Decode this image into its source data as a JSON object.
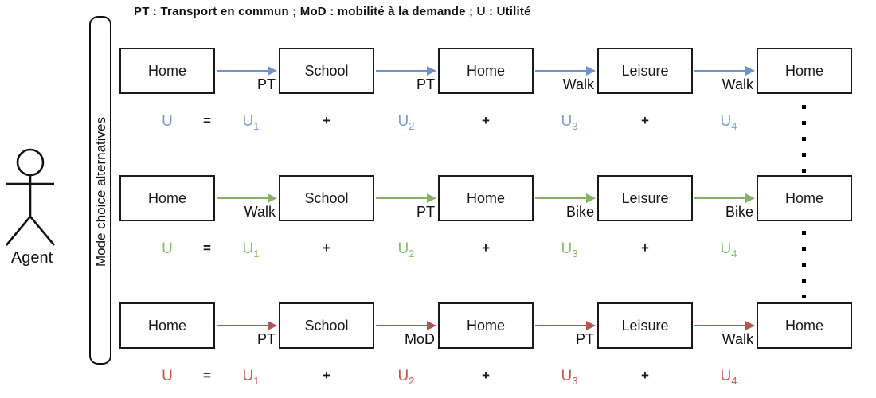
{
  "title": "PT : Transport en commun ; MoD : mobilité à la demande ; U : Utilité",
  "agent_label": "Agent",
  "sidebar_label": "Mode choice alternatives",
  "operator_color": "#1a1a1a",
  "rows": [
    {
      "name": "alternative-1",
      "arrow_color": "#6f92c9",
      "text_color": "#7d9cd4",
      "activities": [
        "Home",
        "School",
        "Home",
        "Leisure",
        "Home"
      ],
      "modes": [
        "PT",
        "PT",
        "Walk",
        "Walk"
      ],
      "equation": [
        "U",
        "=",
        "U1",
        "+",
        "U2",
        "+",
        "U3",
        "+",
        "U4"
      ]
    },
    {
      "name": "alternative-2",
      "arrow_color": "#82b366",
      "text_color": "#85c16b",
      "activities": [
        "Home",
        "School",
        "Home",
        "Leisure",
        "Home"
      ],
      "modes": [
        "Walk",
        "PT",
        "Bike",
        "Bike"
      ],
      "equation": [
        "U",
        "=",
        "U1",
        "+",
        "U2",
        "+",
        "U3",
        "+",
        "U4"
      ]
    },
    {
      "name": "alternative-3",
      "arrow_color": "#b85450",
      "text_color": "#c9544a",
      "activities": [
        "Home",
        "School",
        "Home",
        "Leisure",
        "Home"
      ],
      "modes": [
        "PT",
        "MoD",
        "PT",
        "Walk"
      ],
      "equation": [
        "U",
        "=",
        "U1",
        "+",
        "U2",
        "+",
        "U3",
        "+",
        "U4"
      ]
    }
  ]
}
